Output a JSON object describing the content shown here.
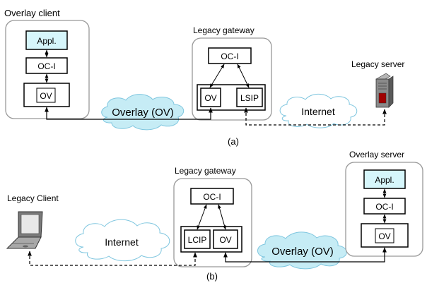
{
  "panel_a": {
    "client": {
      "title": "Overlay client",
      "appl": "Appl.",
      "oci": "OC-I",
      "ov": "OV"
    },
    "gateway": {
      "title": "Legacy gateway",
      "oci": "OC-I",
      "ov": "OV",
      "lsip": "LSIP"
    },
    "server": {
      "title": "Legacy server"
    },
    "cloud_overlay": "Overlay (OV)",
    "cloud_internet": "Internet",
    "caption": "(a)"
  },
  "panel_b": {
    "client": {
      "title": "Legacy Client"
    },
    "gateway": {
      "title": "Legacy gateway",
      "oci": "OC-I",
      "lcip": "LCIP",
      "ov": "OV"
    },
    "server": {
      "title": "Overlay server",
      "appl": "Appl.",
      "oci": "OC-I",
      "ov": "OV"
    },
    "cloud_internet": "Internet",
    "cloud_overlay": "Overlay (OV)",
    "caption": "(b)"
  },
  "colors": {
    "highlight": "#d6f6fb",
    "cloud": "#c6ecf5",
    "cloud_stroke": "#7fc6df",
    "group_stroke": "#999999"
  }
}
